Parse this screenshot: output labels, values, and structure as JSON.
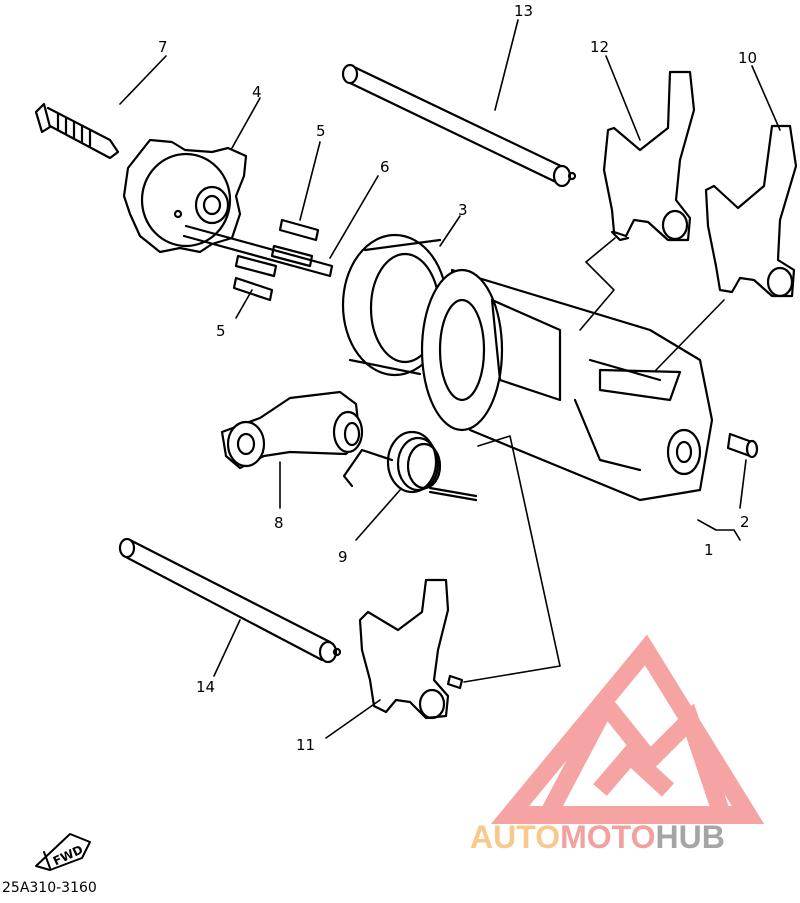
{
  "diagram": {
    "callouts": {
      "c1": "1",
      "c2": "2",
      "c3": "3",
      "c4": "4",
      "c5a": "5",
      "c5b": "5",
      "c6": "6",
      "c7": "7",
      "c8": "8",
      "c9": "9",
      "c10": "10",
      "c11": "11",
      "c12": "12",
      "c13": "13",
      "c14": "14"
    },
    "fwd_label": "FWD",
    "part_code": "25A310-3160"
  },
  "watermark": {
    "part1": "AUTO",
    "part2": "MOTO",
    "part3": "HUB",
    "colors": {
      "auto": "#f7c98a",
      "moto": "#f2a0a0",
      "hub": "#a5a5a5",
      "triangle": "#f5a3a3"
    }
  }
}
